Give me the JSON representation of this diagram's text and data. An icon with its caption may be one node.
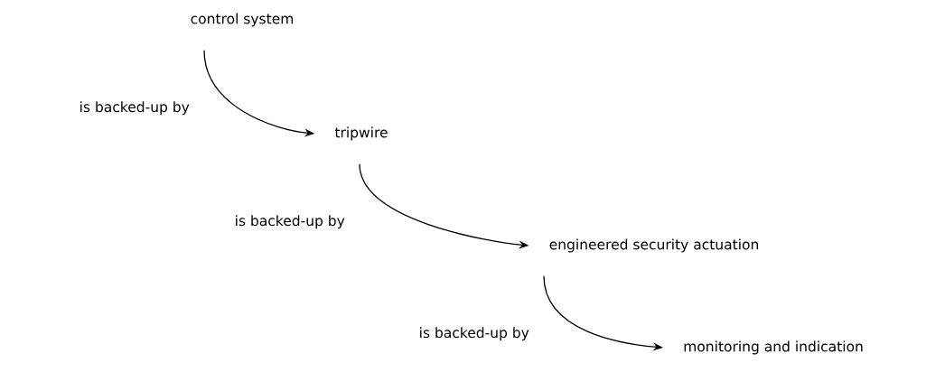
{
  "diagram": {
    "nodes": [
      {
        "text": [
          "control system"
        ]
      },
      {
        "text": [
          "tripwire"
        ]
      },
      {
        "text": [
          "engineered security actuation"
        ]
      },
      {
        "text": [
          "monitoring and indication"
        ]
      }
    ],
    "edges": [
      {
        "from": 0,
        "to": 1,
        "arrow": "to",
        "label": "is backed-up by"
      },
      {
        "from": 1,
        "to": 2,
        "arrow": "to",
        "label": "is backed-up by"
      },
      {
        "from": 2,
        "to": 3,
        "arrow": "to",
        "label": "is backed-up by"
      }
    ]
  }
}
